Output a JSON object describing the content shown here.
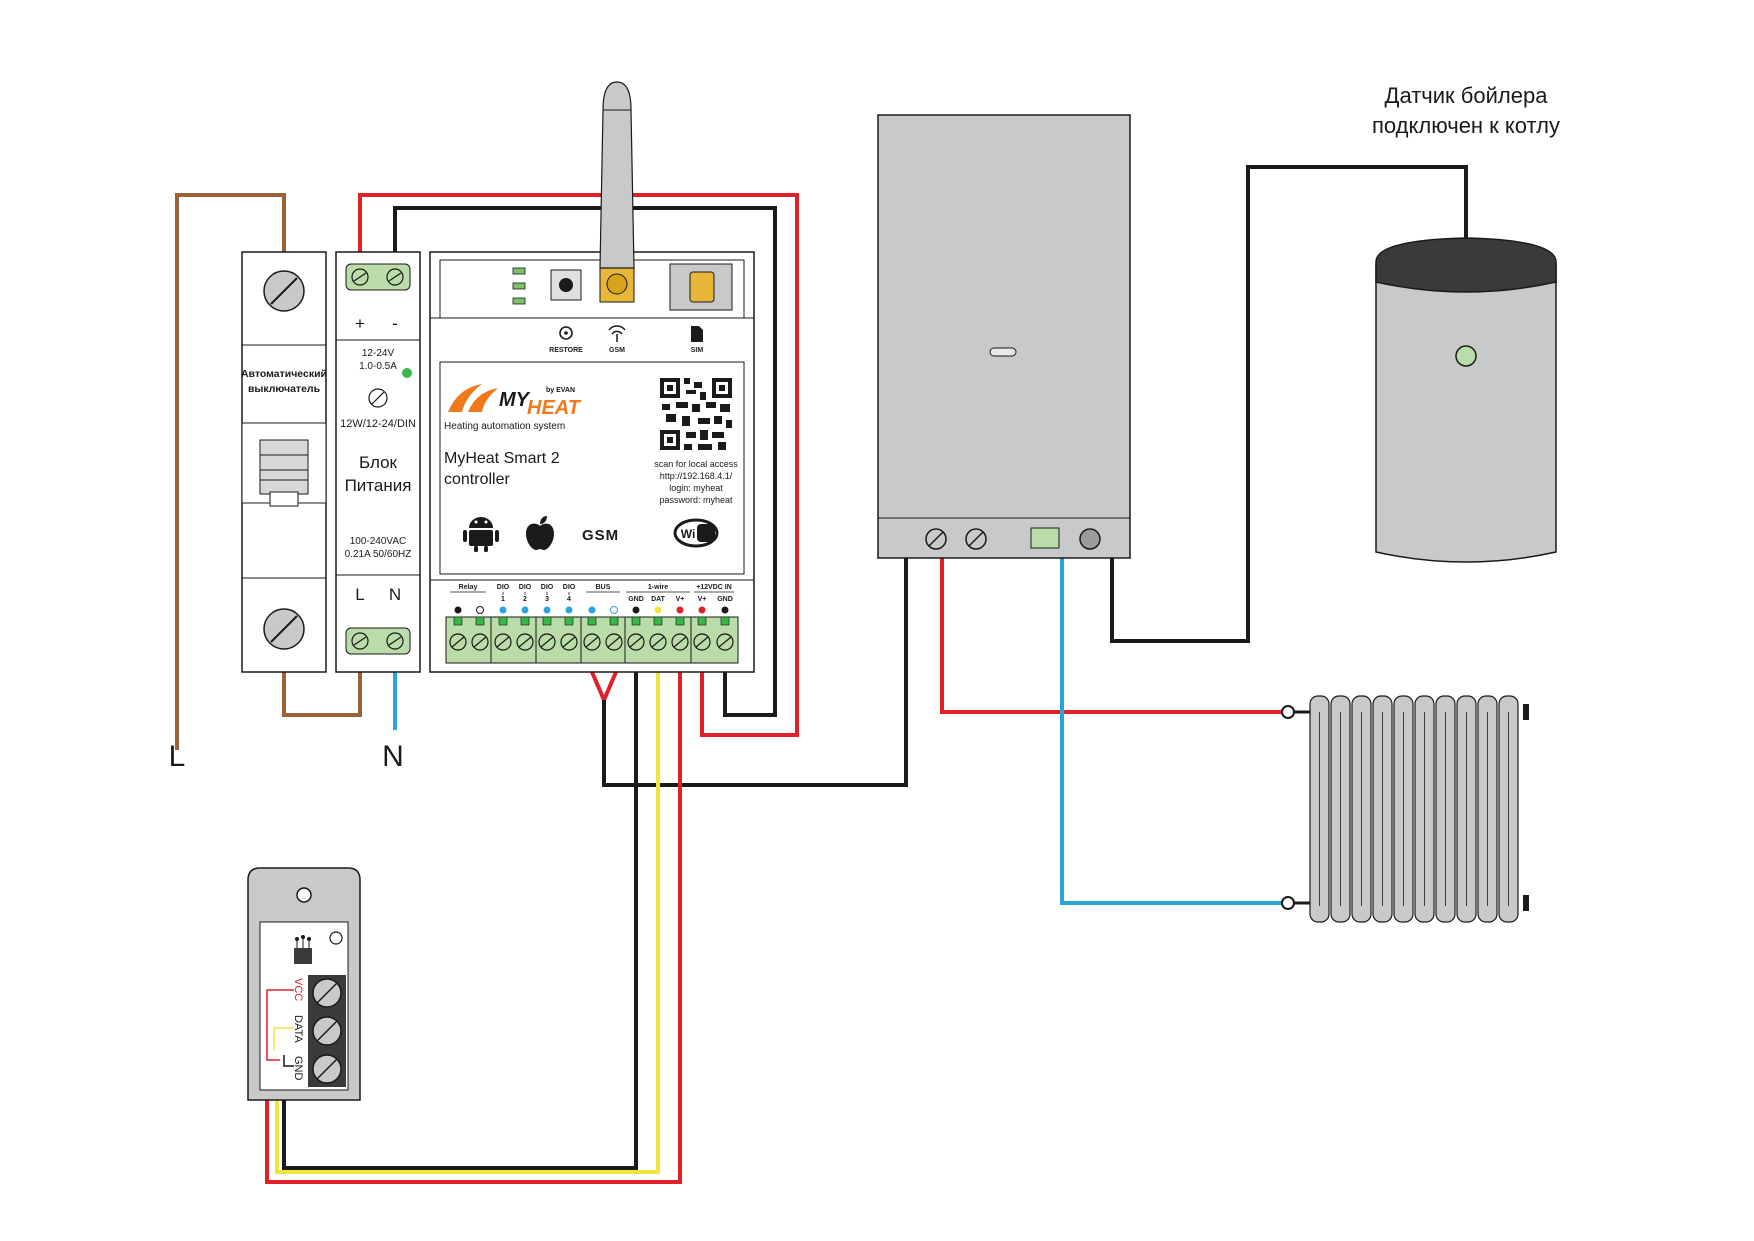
{
  "caption": {
    "line1": "Датчик бойлера",
    "line2": "подключен к котлу"
  },
  "breaker": {
    "label_line1": "Автоматический",
    "label_line2": "выключатель"
  },
  "power_supply": {
    "plus": "+",
    "minus": "-",
    "output_voltage": "12-24V",
    "output_current": "1.0-0.5A",
    "model": "12W/12-24/DIN",
    "name_line1": "Блок",
    "name_line2": "Питания",
    "input_voltage": "100-240VAC",
    "input_current": "0.21A 50/60HZ",
    "terminal_l": "L",
    "terminal_n": "N"
  },
  "controller": {
    "restore_label": "RESTORE",
    "gsm_label": "GSM",
    "sim_label": "SIM",
    "brand_by": "by EVAN",
    "brand_my": "MY",
    "brand_heat": "HEAT",
    "tagline": "Heating automation system",
    "product_line1": "MyHeat Smart 2",
    "product_line2": "controller",
    "qr_caption": "scan for local access",
    "url": "http://192.168.4.1/",
    "login": "login: myheat",
    "password": "password: myheat",
    "gsm_logo": "GSM",
    "wifi_logo": "Wi Fi",
    "terminals": {
      "relay": "Relay",
      "dio1": "DIO",
      "dio1_num": "1",
      "dio2": "DIO",
      "dio2_num": "2",
      "dio3": "DIO",
      "dio3_num": "3",
      "dio4": "DIO",
      "dio4_num": "4",
      "bus": "BUS",
      "onewire": "1-wire",
      "gnd": "GND",
      "dat": "DAT",
      "vplus": "V+",
      "power_in": "+12VDC IN",
      "pwr_vplus": "V+",
      "pwr_gnd": "GND"
    }
  },
  "mains": {
    "line": "L",
    "neutral": "N"
  },
  "sensor": {
    "vcc": "VCC",
    "data": "DATA",
    "gnd": "GND"
  },
  "colors": {
    "wire_red": "#e2202a",
    "wire_black": "#1a1a1a",
    "wire_brown": "#9a6238",
    "wire_blue": "#29a4de",
    "wire_yellow": "#f2e43a",
    "terminal_green": "#b9dca8",
    "panel_grey": "#c8c9cb",
    "brand_orange": "#f07a1b"
  }
}
